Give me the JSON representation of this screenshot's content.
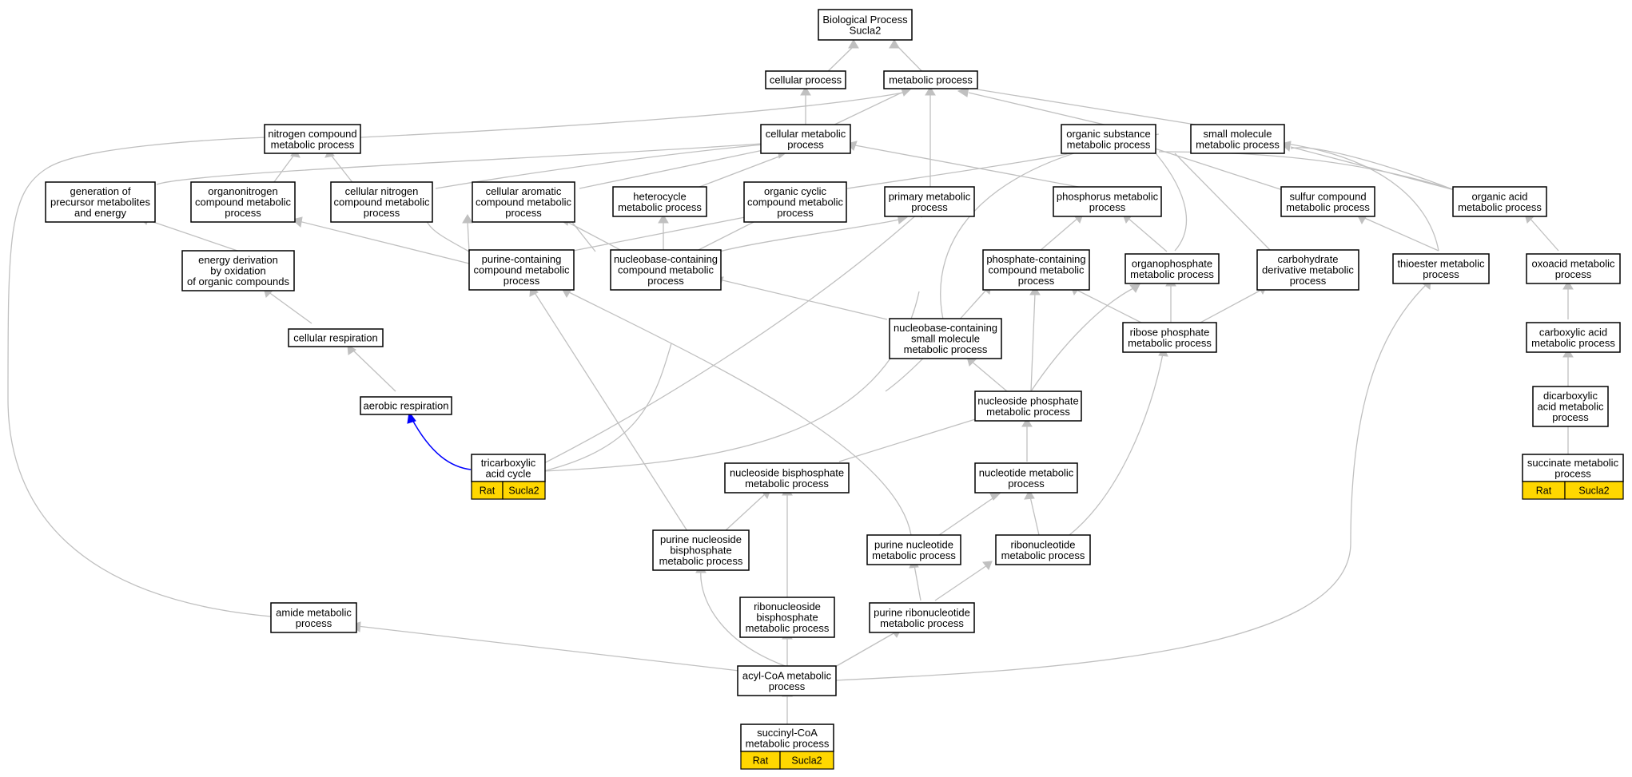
{
  "graph": {
    "title": "Gene Ontology graph for Sucla2",
    "colors": {
      "annotation_fill": "#ffd700",
      "edge": "#c0c0c0",
      "highlight_edge": "#0000ff"
    },
    "nodes": [
      {
        "id": "bp",
        "lines": [
          "Biological Process",
          "Sucla2"
        ]
      },
      {
        "id": "cellular",
        "lines": [
          "cellular process"
        ]
      },
      {
        "id": "metabolic",
        "lines": [
          "metabolic process"
        ]
      },
      {
        "id": "nitrogen",
        "lines": [
          "nitrogen compound",
          "metabolic process"
        ]
      },
      {
        "id": "cellmet",
        "lines": [
          "cellular metabolic",
          "process"
        ]
      },
      {
        "id": "orgsub",
        "lines": [
          "organic substance",
          "metabolic process"
        ]
      },
      {
        "id": "smallmol",
        "lines": [
          "small molecule",
          "metabolic process"
        ]
      },
      {
        "id": "genprec",
        "lines": [
          "generation of",
          "precursor metabolites",
          "and energy"
        ]
      },
      {
        "id": "organonit",
        "lines": [
          "organonitrogen",
          "compound metabolic",
          "process"
        ]
      },
      {
        "id": "cellnit",
        "lines": [
          "cellular nitrogen",
          "compound metabolic",
          "process"
        ]
      },
      {
        "id": "cellarom",
        "lines": [
          "cellular aromatic",
          "compound metabolic",
          "process"
        ]
      },
      {
        "id": "hetero",
        "lines": [
          "heterocycle",
          "metabolic process"
        ]
      },
      {
        "id": "orgcyc",
        "lines": [
          "organic cyclic",
          "compound metabolic",
          "process"
        ]
      },
      {
        "id": "primary",
        "lines": [
          "primary metabolic",
          "process"
        ]
      },
      {
        "id": "phosphorus",
        "lines": [
          "phosphorus metabolic",
          "process"
        ]
      },
      {
        "id": "sulfur",
        "lines": [
          "sulfur compound",
          "metabolic process"
        ]
      },
      {
        "id": "orgacid",
        "lines": [
          "organic acid",
          "metabolic process"
        ]
      },
      {
        "id": "energy",
        "lines": [
          "energy derivation",
          "by oxidation",
          "of organic compounds"
        ]
      },
      {
        "id": "purinecont",
        "lines": [
          "purine-containing",
          "compound metabolic",
          "process"
        ]
      },
      {
        "id": "nbcont",
        "lines": [
          "nucleobase-containing",
          "compound metabolic",
          "process"
        ]
      },
      {
        "id": "phosphcont",
        "lines": [
          "phosphate-containing",
          "compound metabolic",
          "process"
        ]
      },
      {
        "id": "organophos",
        "lines": [
          "organophosphate",
          "metabolic process"
        ]
      },
      {
        "id": "carbderiv",
        "lines": [
          "carbohydrate",
          "derivative metabolic",
          "process"
        ]
      },
      {
        "id": "thioester",
        "lines": [
          "thioester metabolic",
          "process"
        ]
      },
      {
        "id": "oxoacid",
        "lines": [
          "oxoacid metabolic",
          "process"
        ]
      },
      {
        "id": "cellresp",
        "lines": [
          "cellular respiration"
        ]
      },
      {
        "id": "nbsmall",
        "lines": [
          "nucleobase-containing",
          "small molecule",
          "metabolic process"
        ]
      },
      {
        "id": "ribosephos",
        "lines": [
          "ribose phosphate",
          "metabolic process"
        ]
      },
      {
        "id": "carboxylic",
        "lines": [
          "carboxylic acid",
          "metabolic process"
        ]
      },
      {
        "id": "aerobic",
        "lines": [
          "aerobic respiration"
        ]
      },
      {
        "id": "nucphos",
        "lines": [
          "nucleoside phosphate",
          "metabolic process"
        ]
      },
      {
        "id": "dicarbox",
        "lines": [
          "dicarboxylic",
          "acid metabolic",
          "process"
        ]
      },
      {
        "id": "tca",
        "lines": [
          "tricarboxylic",
          "acid cycle"
        ],
        "annotations": [
          "Rat",
          "Sucla2"
        ]
      },
      {
        "id": "nucbisphos",
        "lines": [
          "nucleoside bisphosphate",
          "metabolic process"
        ]
      },
      {
        "id": "nucleotide",
        "lines": [
          "nucleotide metabolic",
          "process"
        ]
      },
      {
        "id": "succinate",
        "lines": [
          "succinate metabolic",
          "process"
        ],
        "annotations": [
          "Rat",
          "Sucla2"
        ]
      },
      {
        "id": "purnucbis",
        "lines": [
          "purine nucleoside",
          "bisphosphate",
          "metabolic process"
        ]
      },
      {
        "id": "purnuc",
        "lines": [
          "purine nucleotide",
          "metabolic process"
        ]
      },
      {
        "id": "ribonuc",
        "lines": [
          "ribonucleotide",
          "metabolic process"
        ]
      },
      {
        "id": "amide",
        "lines": [
          "amide metabolic",
          "process"
        ]
      },
      {
        "id": "ribonucbis",
        "lines": [
          "ribonucleoside",
          "bisphosphate",
          "metabolic process"
        ]
      },
      {
        "id": "purribo",
        "lines": [
          "purine ribonucleotide",
          "metabolic process"
        ]
      },
      {
        "id": "acylcoa",
        "lines": [
          "acyl-CoA metabolic",
          "process"
        ]
      },
      {
        "id": "succoa",
        "lines": [
          "succinyl-CoA",
          "metabolic process"
        ],
        "annotations": [
          "Rat",
          "Sucla2"
        ]
      }
    ]
  }
}
